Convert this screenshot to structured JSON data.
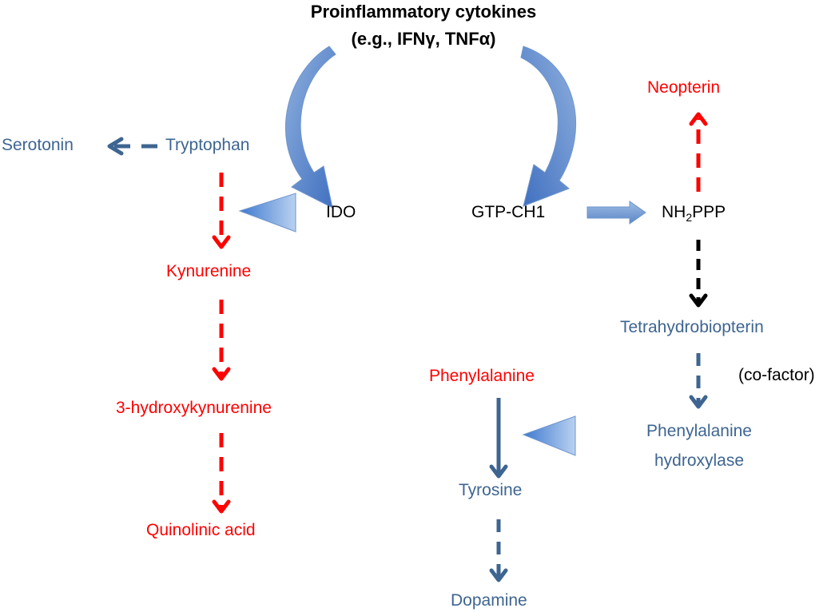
{
  "title": {
    "line1": "Proinflammatory cytokines",
    "line2": "(e.g., IFNγ, TNFα)"
  },
  "nodes": {
    "serotonin": "Serotonin",
    "tryptophan": "Tryptophan",
    "ido": "IDO",
    "kynurenine": "Kynurenine",
    "hydroxykynurenine": "3-hydroxykynurenine",
    "quinolinic_acid": "Quinolinic acid",
    "gtp_ch1": "GTP-CH1",
    "nh2ppp_prefix": "NH",
    "nh2ppp_sub": "2",
    "nh2ppp_suffix": "PPP",
    "neopterin": "Neopterin",
    "tetrahydrobiopterin": "Tetrahydrobiopterin",
    "cofactor": "(co-factor)",
    "phenylalanine": "Phenylalanine",
    "pah_line1": "Phenylalanine",
    "pah_line2": "hydroxylase",
    "tyrosine": "Tyrosine",
    "dopamine": "Dopamine"
  },
  "colors": {
    "blue_text": "#3e6591",
    "red_text": "#ff0000",
    "arrow_blue": "#5b86c5",
    "arrow_red": "#ff0000",
    "arrow_dark_blue": "#3e6591"
  }
}
